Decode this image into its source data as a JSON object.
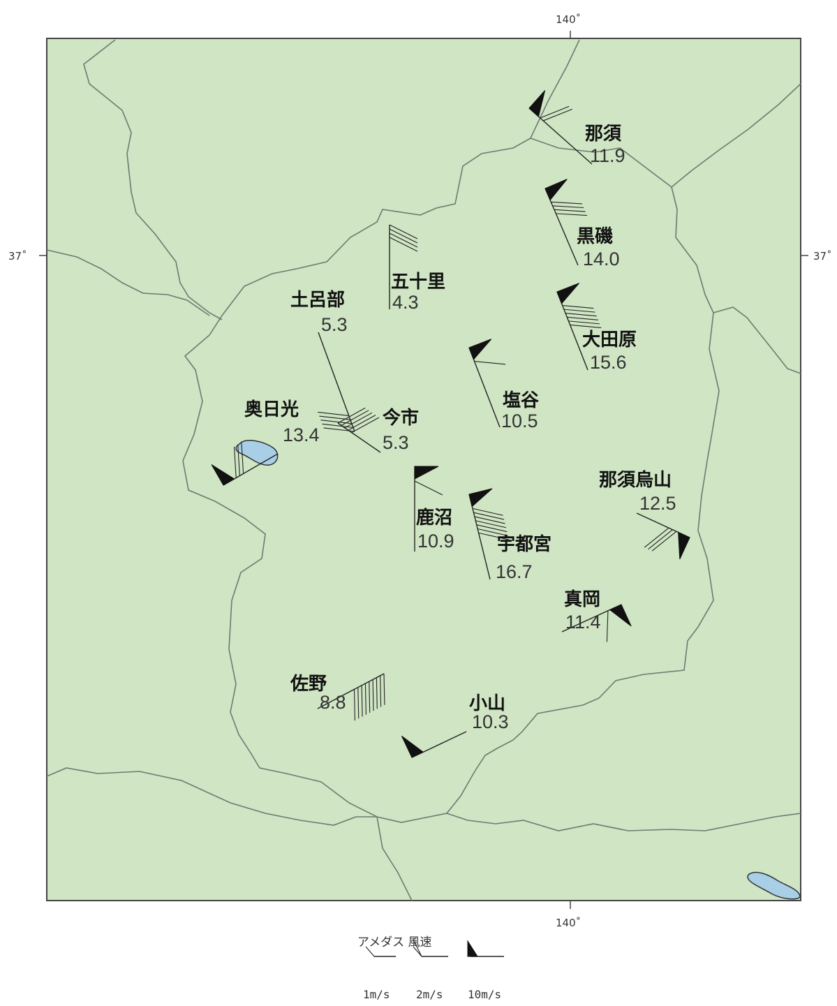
{
  "map": {
    "background_color": "#cfe5c4",
    "water_color": "#a9cfe6",
    "border_color": "#6f7a6f",
    "lat_label_left": "37˚",
    "lat_label_right": "37˚",
    "lon_label_top": "140˚",
    "lon_label_bottom": "140˚"
  },
  "stations": [
    {
      "name": "那須",
      "value": "11.9",
      "speed": 11.9
    },
    {
      "name": "黒磯",
      "value": "14.0",
      "speed": 14.0
    },
    {
      "name": "五十里",
      "value": "4.3",
      "speed": 4.3
    },
    {
      "name": "土呂部",
      "value": "5.3",
      "speed": 5.3
    },
    {
      "name": "大田原",
      "value": "15.6",
      "speed": 15.6
    },
    {
      "name": "塩谷",
      "value": "10.5",
      "speed": 10.5
    },
    {
      "name": "奥日光",
      "value": "13.4",
      "speed": 13.4
    },
    {
      "name": "今市",
      "value": "5.3",
      "speed": 5.3
    },
    {
      "name": "那須烏山",
      "value": "12.5",
      "speed": 12.5
    },
    {
      "name": "鹿沼",
      "value": "10.9",
      "speed": 10.9
    },
    {
      "name": "宇都宮",
      "value": "16.7",
      "speed": 16.7
    },
    {
      "name": "真岡",
      "value": "11.4",
      "speed": 11.4
    },
    {
      "name": "佐野",
      "value": "8.8",
      "speed": 8.8
    },
    {
      "name": "小山",
      "value": "10.3",
      "speed": 10.3
    }
  ],
  "legend": {
    "title": "アメダス  風速",
    "items": [
      {
        "label": "1m/s",
        "speed": 1
      },
      {
        "label": "2m/s",
        "speed": 2
      },
      {
        "label": "10m/s",
        "speed": 10
      }
    ]
  }
}
